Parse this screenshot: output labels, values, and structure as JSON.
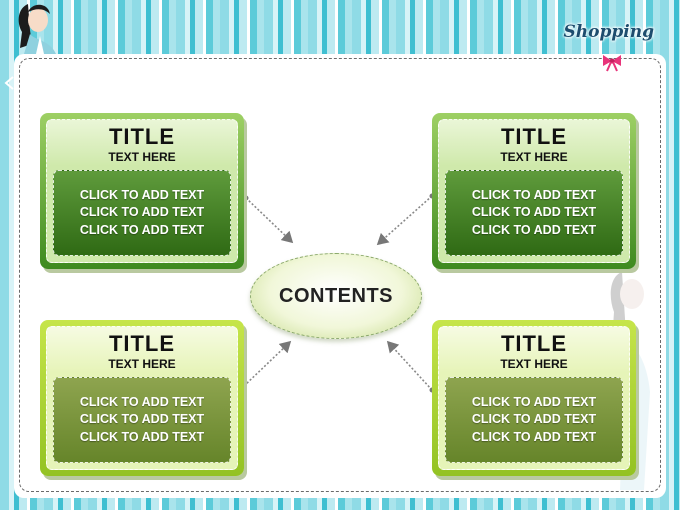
{
  "header": {
    "brand": "Shopping",
    "icons": [
      "girl-illustration-icon",
      "bow-icon",
      "arrow-left-icon"
    ]
  },
  "center": {
    "label": "CONTENTS"
  },
  "cards": [
    {
      "title": "TITLE",
      "subtitle": "TEXT HERE",
      "lines": [
        "CLICK TO ADD TEXT",
        "CLICK TO ADD TEXT",
        "CLICK TO ADD TEXT"
      ]
    },
    {
      "title": "TITLE",
      "subtitle": "TEXT HERE",
      "lines": [
        "CLICK TO ADD TEXT",
        "CLICK TO ADD TEXT",
        "CLICK TO ADD TEXT"
      ]
    },
    {
      "title": "TITLE",
      "subtitle": "TEXT HERE",
      "lines": [
        "CLICK TO ADD TEXT",
        "CLICK TO ADD TEXT",
        "CLICK TO ADD TEXT"
      ]
    },
    {
      "title": "TITLE",
      "subtitle": "TEXT HERE",
      "lines": [
        "CLICK TO ADD TEXT",
        "CLICK TO ADD TEXT",
        "CLICK TO ADD TEXT"
      ]
    }
  ],
  "colors": {
    "dark_green": "#3e8a1f",
    "light_green": "#93c223",
    "stripe_teal": "#3fbfd1",
    "brand_text": "#1d4d6e"
  }
}
